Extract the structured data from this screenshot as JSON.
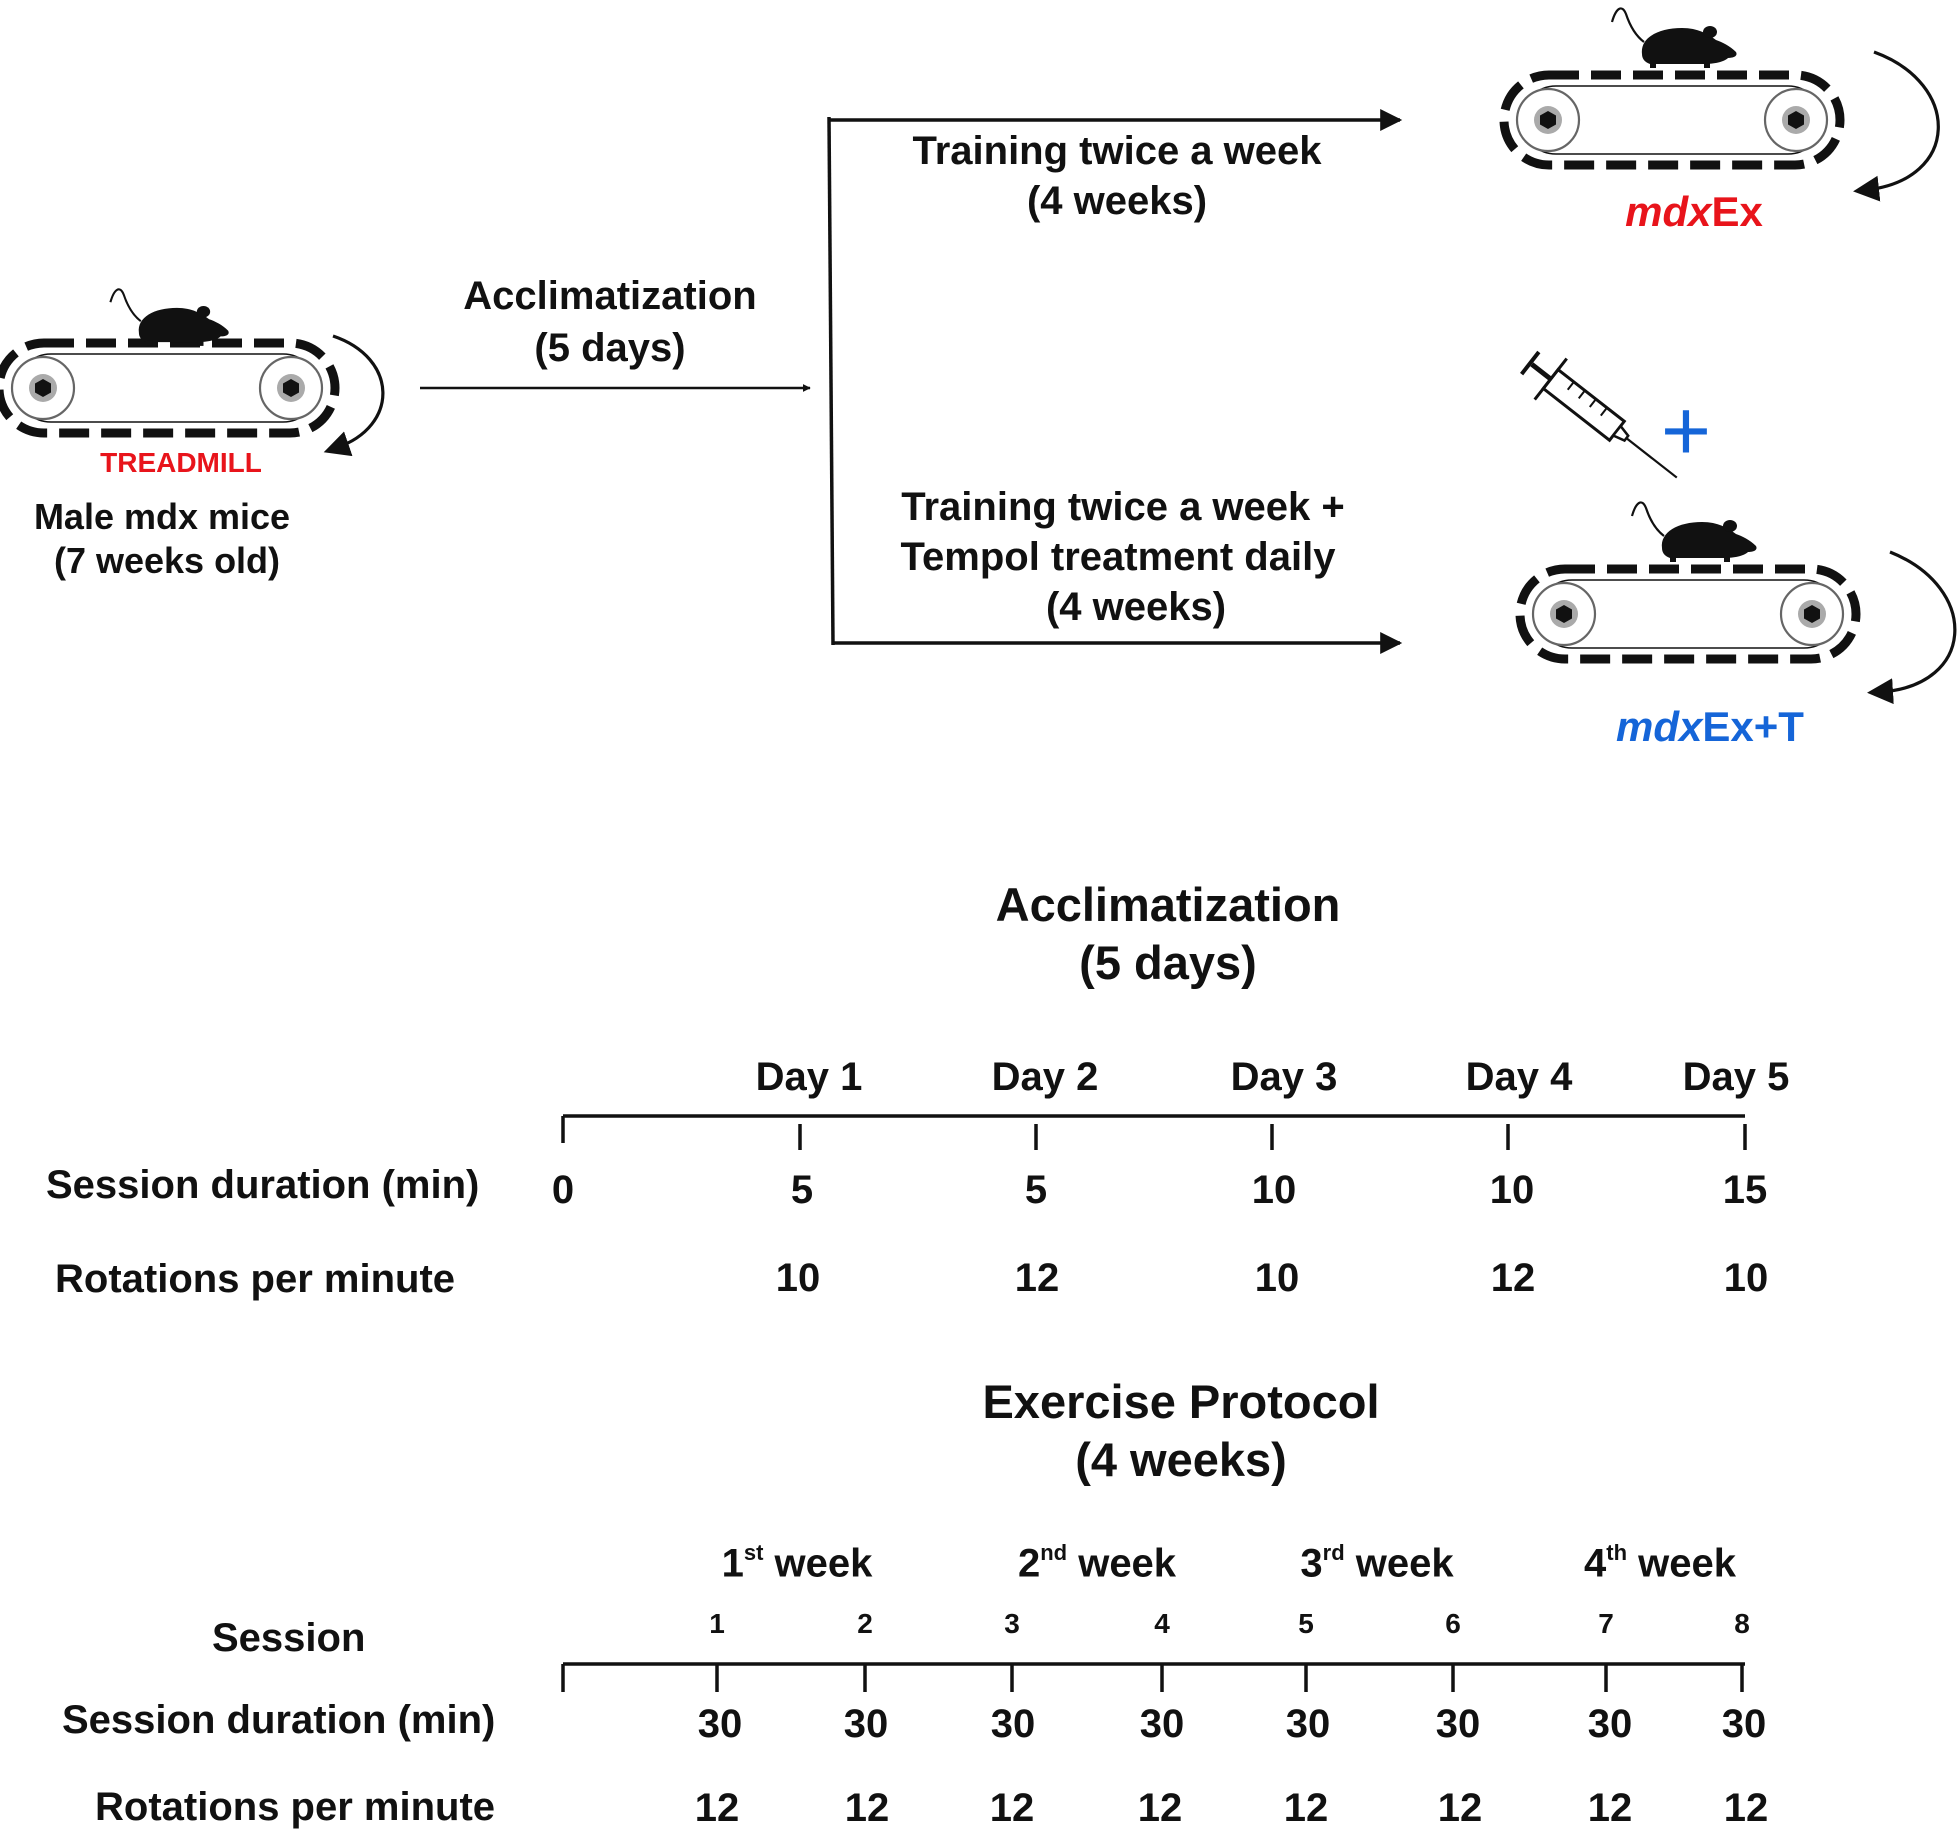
{
  "top_flow": {
    "treadmill_label": "TREADMILL",
    "start_line1": "Male mdx mice",
    "start_line2": "(7 weeks old)",
    "acclimatization_line1": "Acclimatization",
    "acclimatization_line2": "(5 days)",
    "branch_ex_line1": "Training twice a week",
    "branch_ex_line2": "(4 weeks)",
    "branch_ext_line1": "Training twice a week +",
    "branch_ext_line2": "Tempol treatment daily",
    "branch_ext_line3": "(4 weeks)",
    "group_ex_italic": "mdx",
    "group_ex_rest": "Ex",
    "group_ext_italic": "mdx",
    "group_ext_rest": "Ex+T",
    "plus_sign": "+"
  },
  "colors": {
    "treadmill_label": "#e8141b",
    "group_ex": "#e8141b",
    "group_ext": "#1565d8",
    "plus_sign": "#1565d8"
  },
  "icons": [
    "mouse-icon",
    "treadmill-icon",
    "rotation-arrow-icon",
    "syringe-icon"
  ],
  "acclimatization": {
    "title_line1": "Acclimatization",
    "title_line2": "(5 days)",
    "row1_label": "Session duration (min)",
    "row2_label": "Rotations per minute",
    "days": [
      "Day 1",
      "Day 2",
      "Day 3",
      "Day 4",
      "Day 5"
    ],
    "duration_start": "0",
    "durations": [
      "5",
      "5",
      "10",
      "10",
      "15"
    ],
    "rpm": [
      "10",
      "12",
      "10",
      "12",
      "10"
    ]
  },
  "exercise": {
    "title_line1": "Exercise Protocol",
    "title_line2": "(4 weeks)",
    "session_label": "Session",
    "row1_label": "Session duration (min)",
    "row2_label": "Rotations per minute",
    "weeks": [
      {
        "num": "1",
        "sup": "st",
        "word": "week"
      },
      {
        "num": "2",
        "sup": "nd",
        "word": "week"
      },
      {
        "num": "3",
        "sup": "rd",
        "word": "week"
      },
      {
        "num": "4",
        "sup": "th",
        "word": "week"
      }
    ],
    "sessions": [
      "1",
      "2",
      "3",
      "4",
      "5",
      "6",
      "7",
      "8"
    ],
    "durations": [
      "30",
      "30",
      "30",
      "30",
      "30",
      "30",
      "30",
      "30"
    ],
    "rpm": [
      "12",
      "12",
      "12",
      "12",
      "12",
      "12",
      "12",
      "12"
    ]
  }
}
